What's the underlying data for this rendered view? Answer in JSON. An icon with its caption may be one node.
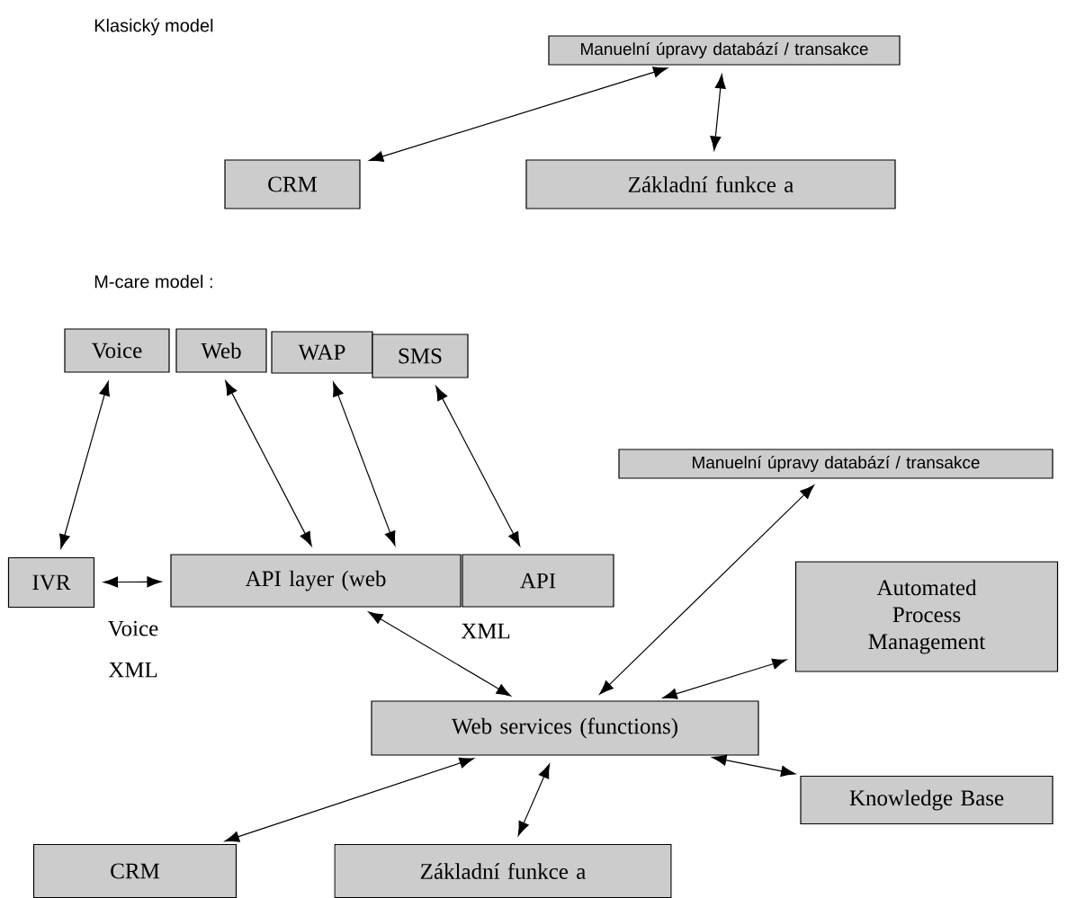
{
  "diagram": {
    "nodes": [
      {
        "text": [
          "Manuelní úpravy databází / transakce"
        ]
      },
      {
        "text": [
          "CRM"
        ]
      },
      {
        "text": [
          "Základní funkce a"
        ]
      },
      {
        "text": [
          "Voice"
        ]
      },
      {
        "text": [
          "Web"
        ]
      },
      {
        "text": [
          "WAP"
        ]
      },
      {
        "text": [
          "SMS"
        ]
      },
      {
        "text": [
          "Manuelní úpravy databází / transakce"
        ]
      },
      {
        "text": [
          "IVR"
        ]
      },
      {
        "text": [
          "API layer (web"
        ]
      },
      {
        "text": [
          "API"
        ]
      },
      {
        "text": [
          "Automated Process Management"
        ]
      },
      {
        "text": [
          "Web services (functions)"
        ]
      },
      {
        "text": [
          "Knowledge Base"
        ]
      },
      {
        "text": [
          "CRM"
        ]
      },
      {
        "text": [
          "Základní funkce a"
        ]
      }
    ],
    "edges": [
      {
        "from": 1,
        "to": 0,
        "arrow": "both"
      },
      {
        "from": 0,
        "to": 2,
        "arrow": "both"
      },
      {
        "from": 3,
        "to": 8,
        "arrow": "both"
      },
      {
        "from": 4,
        "to": 9,
        "arrow": "both"
      },
      {
        "from": 5,
        "to": 9,
        "arrow": "both"
      },
      {
        "from": 6,
        "to": 10,
        "arrow": "both"
      },
      {
        "from": 8,
        "to": 9,
        "arrow": "both",
        "label": "Voice XML"
      },
      {
        "from": 12,
        "to": 9,
        "arrow": "both",
        "label": "XML"
      },
      {
        "from": 7,
        "to": 12,
        "arrow": "both"
      },
      {
        "from": 11,
        "to": 12,
        "arrow": "both"
      },
      {
        "from": 13,
        "to": 12,
        "arrow": "both"
      },
      {
        "from": 12,
        "to": 14,
        "arrow": "both"
      },
      {
        "from": 12,
        "to": 15,
        "arrow": "both"
      }
    ],
    "labels": [
      "Klasický  model",
      "M-care model :"
    ]
  }
}
